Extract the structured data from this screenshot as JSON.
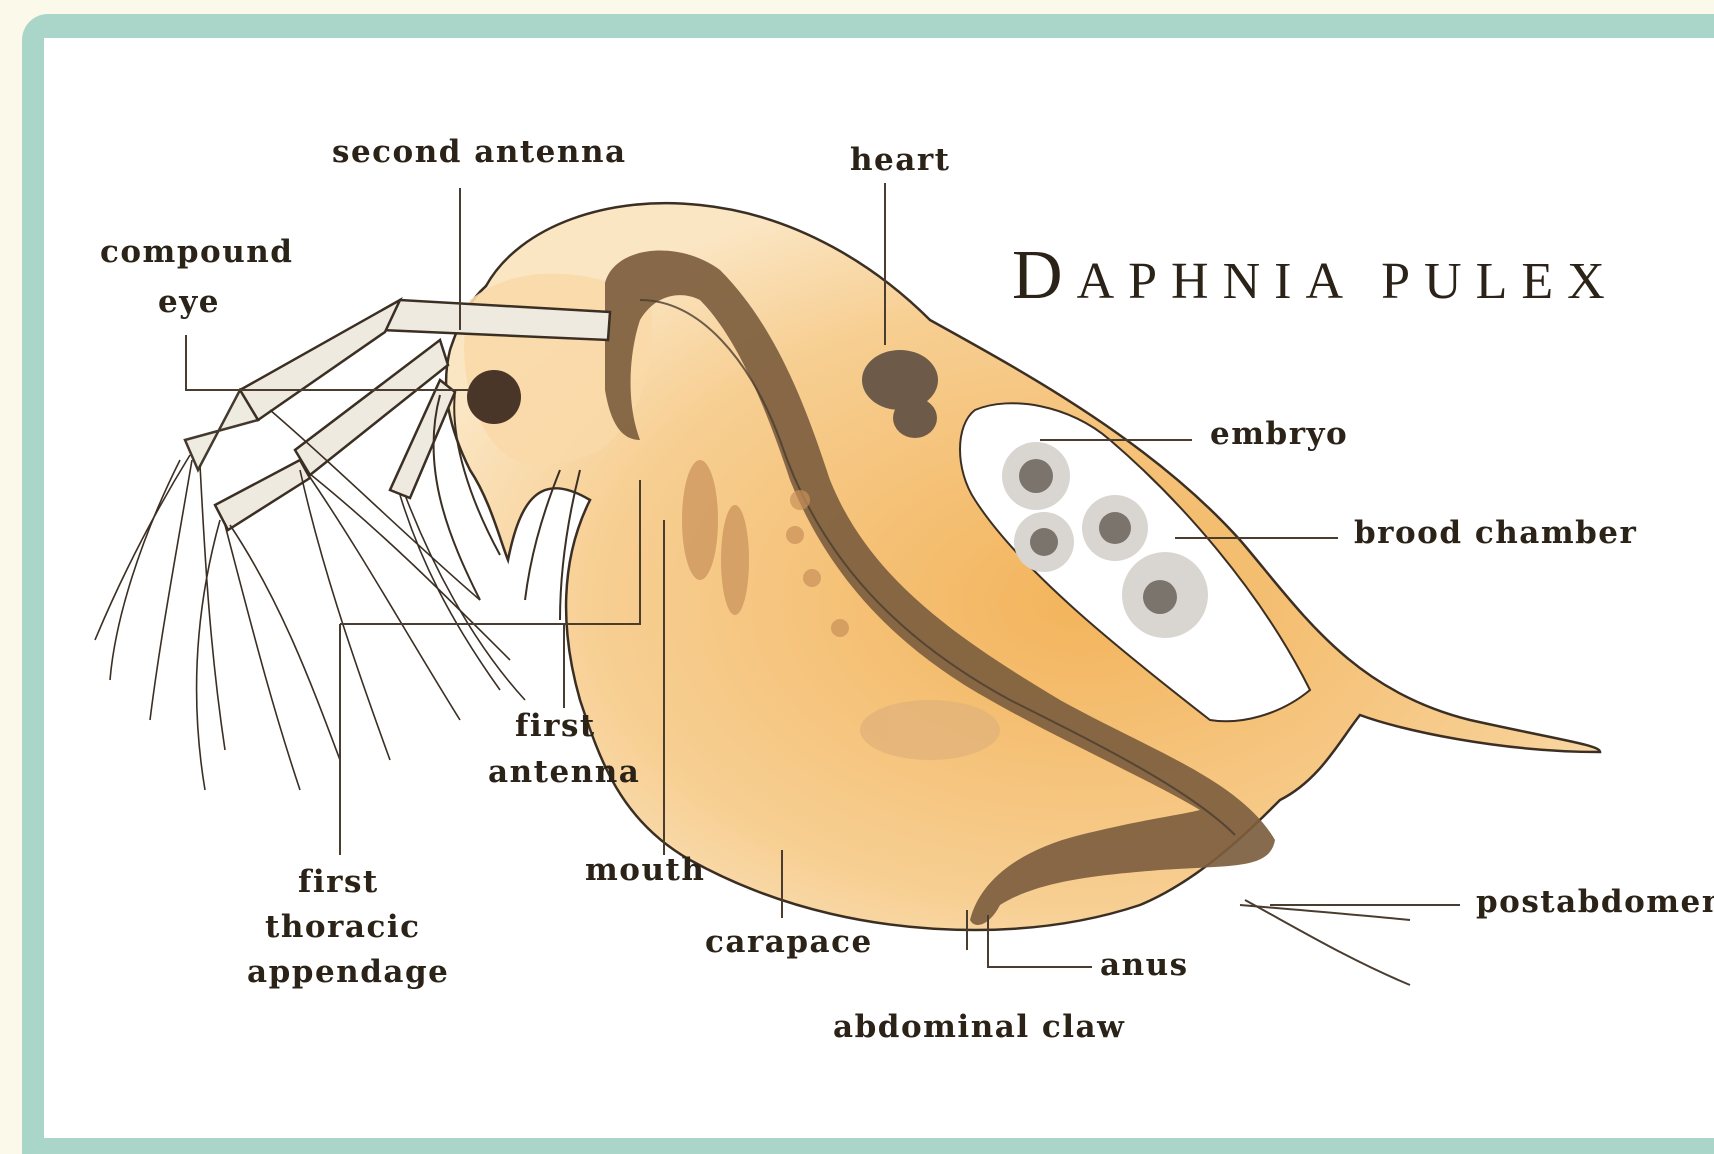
{
  "title": {
    "initial": "D",
    "rest": "APHNIA PULEX"
  },
  "labels": {
    "compound_eye_1": "compound",
    "compound_eye_2": "eye",
    "second_antenna": "second antenna",
    "heart": "heart",
    "embryo": "embryo",
    "brood_chamber": "brood chamber",
    "first_antenna_1": "first",
    "first_antenna_2": "antenna",
    "mouth": "mouth",
    "first_thoracic_1": "first",
    "first_thoracic_2": "thoracic",
    "first_thoracic_3": "appendage",
    "carapace": "carapace",
    "abdominal_claw": "abdominal claw",
    "anus": "anus",
    "postabdomen": "postabdomen"
  },
  "colors": {
    "background": "#fbfaea",
    "border": "#a9d6c9",
    "body_fill": "#f6c77f",
    "gut": "#7a5b3c",
    "ink": "#2b2218"
  }
}
